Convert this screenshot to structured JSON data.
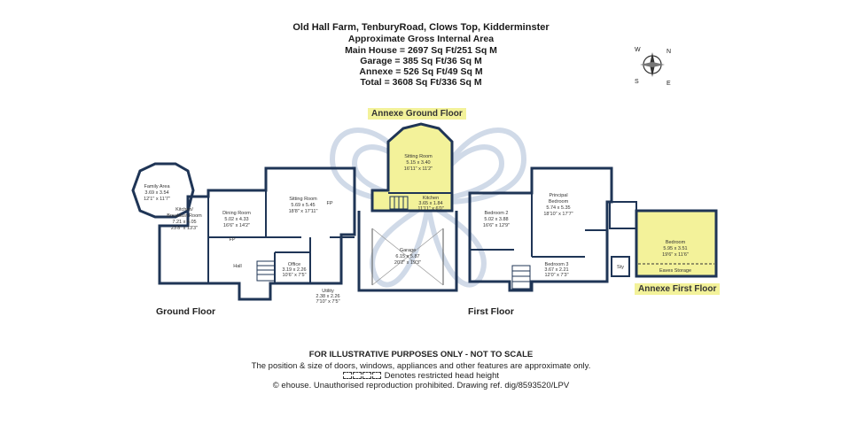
{
  "header": {
    "title": "Old Hall Farm, TenburyRoad, Clows Top, Kidderminster",
    "subtitle": "Approximate Gross Internal Area",
    "area_lines": [
      "Main House = 2697 Sq Ft/251 Sq M",
      "Garage = 385 Sq Ft/36 Sq M",
      "Annexe = 526 Sq Ft/49 Sq M",
      "Total = 3608 Sq Ft/336 Sq M"
    ]
  },
  "compass": {
    "n": "N",
    "e": "E",
    "s": "S",
    "w": "W"
  },
  "floor_labels": {
    "ground": "Ground Floor",
    "first": "First Floor",
    "annexe_ground": "Annexe Ground Floor",
    "annexe_first": "Annexe First Floor"
  },
  "rooms": {
    "family": {
      "name": "Family Area",
      "dims": "3.69 x 3.54",
      "imperial": "12'1\" x 11'7\""
    },
    "kitchen": {
      "name": "Kitchen/",
      "name2": "Breakfast Room",
      "dims": "7.21 x 4.05",
      "imperial": "23'8\" x 13'3\""
    },
    "dining": {
      "name": "Dining Room",
      "dims": "5.02 x 4.33",
      "imperial": "16'6\" x 14'2\""
    },
    "sitting": {
      "name": "Sitting Room",
      "dims": "5.69 x 5.45",
      "imperial": "18'8\" x 17'11\""
    },
    "office": {
      "name": "Office",
      "dims": "3.19 x 2.26",
      "imperial": "10'6\" x 7'5\""
    },
    "utility": {
      "name": "Utility",
      "dims": "2.38 x 2.26",
      "imperial": "7'10\" x 7'5\""
    },
    "hall": {
      "name": "Hall"
    },
    "fp1": {
      "name": "FP"
    },
    "fp2": {
      "name": "FP"
    },
    "annexe_sitting": {
      "name": "Sitting Room",
      "dims": "5.15 x 3.40",
      "imperial": "16'11\" x 11'2\""
    },
    "annexe_kitchen": {
      "name": "Kitchen",
      "dims": "3.65 x 1.84",
      "imperial": "11'11\" x 6'0\""
    },
    "garage": {
      "name": "Garage",
      "dims": "6.15 x 5.87",
      "imperial": "20'2\" x 19'3\""
    },
    "bedroom2": {
      "name": "Bedroom 2",
      "dims": "5.02 x 3.88",
      "imperial": "16'6\" x 12'9\""
    },
    "principal": {
      "name": "Principal",
      "name2": "Bedroom",
      "dims": "5.74 x 5.35",
      "imperial": "18'10\" x 17'7\""
    },
    "bedroom3": {
      "name": "Bedroom 3",
      "dims": "3.67 x 2.21",
      "imperial": "12'0\" x 7'3\""
    },
    "annexe_bedroom": {
      "name": "Bedroom",
      "dims": "5.95 x 3.51",
      "imperial": "19'6\" x 11'6\""
    },
    "eaves": {
      "name": "Eaves Storage"
    },
    "sty": {
      "name": "Sty"
    }
  },
  "footer": {
    "disclaimer": "FOR ILLUSTRATIVE PURPOSES ONLY - NOT TO SCALE",
    "position_note": "The position & size of doors, windows, appliances and other features are approximate only.",
    "head_height": "Denotes restricted head height",
    "copyright": "© ehouse. Unauthorised reproduction prohibited. Drawing ref. dig/8593520/LPV"
  },
  "colors": {
    "wall": "#1f3556",
    "annexe_fill": "#f3f29a",
    "watermark": "#ccd6e6"
  }
}
